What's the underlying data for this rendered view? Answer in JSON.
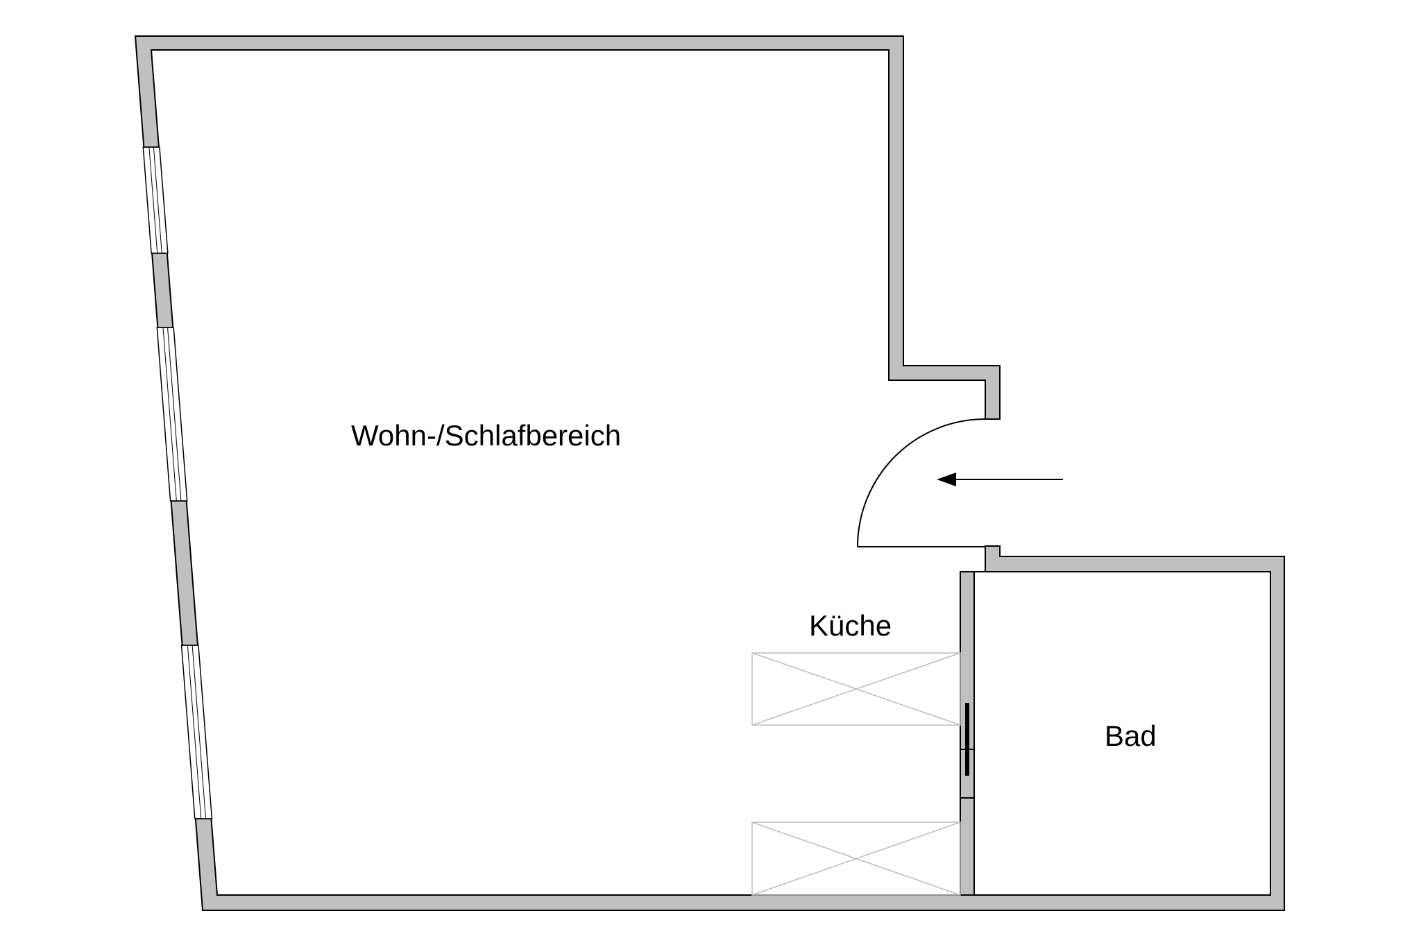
{
  "rooms": [
    {
      "id": "living",
      "label": "Wohn-/Schlafbereich"
    },
    {
      "id": "kitchen",
      "label": "Küche"
    },
    {
      "id": "bath",
      "label": "Bad"
    }
  ],
  "colors": {
    "wall_fill": "#c0c0c0",
    "wall_stroke": "#000000",
    "fixture_stroke": "#bdbdbd",
    "background": "#ffffff"
  },
  "icons": [
    "entrance-arrow-icon",
    "door-swing-icon",
    "sliding-door-icon"
  ]
}
